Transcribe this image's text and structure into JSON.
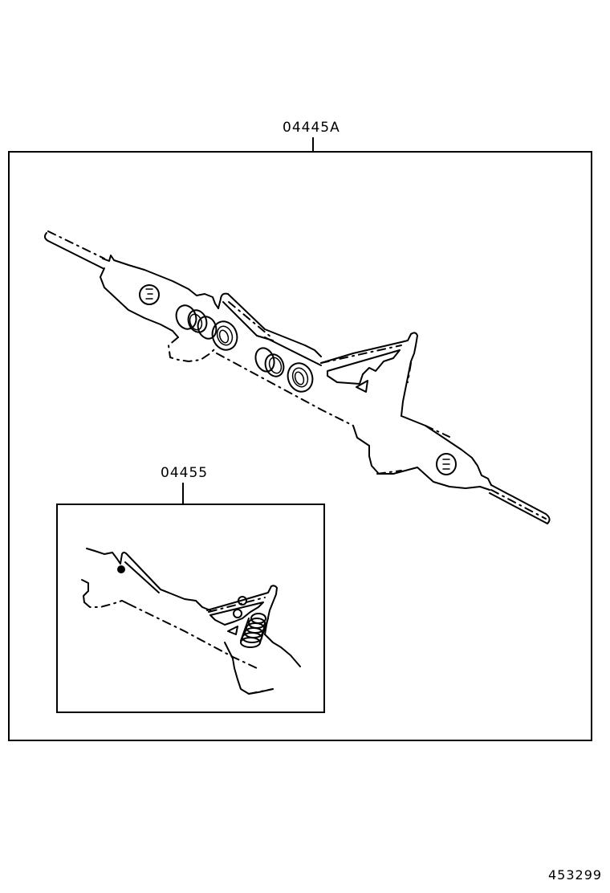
{
  "diagram": {
    "type": "parts-illustration",
    "subject": "steering rack assembly gasket/seal kits",
    "colors": {
      "line": "#000000",
      "background": "#ffffff"
    },
    "callouts": [
      {
        "id": "outer",
        "part_number": "04445A"
      },
      {
        "id": "inner",
        "part_number": "04455"
      }
    ],
    "illustration_id": "453299"
  }
}
